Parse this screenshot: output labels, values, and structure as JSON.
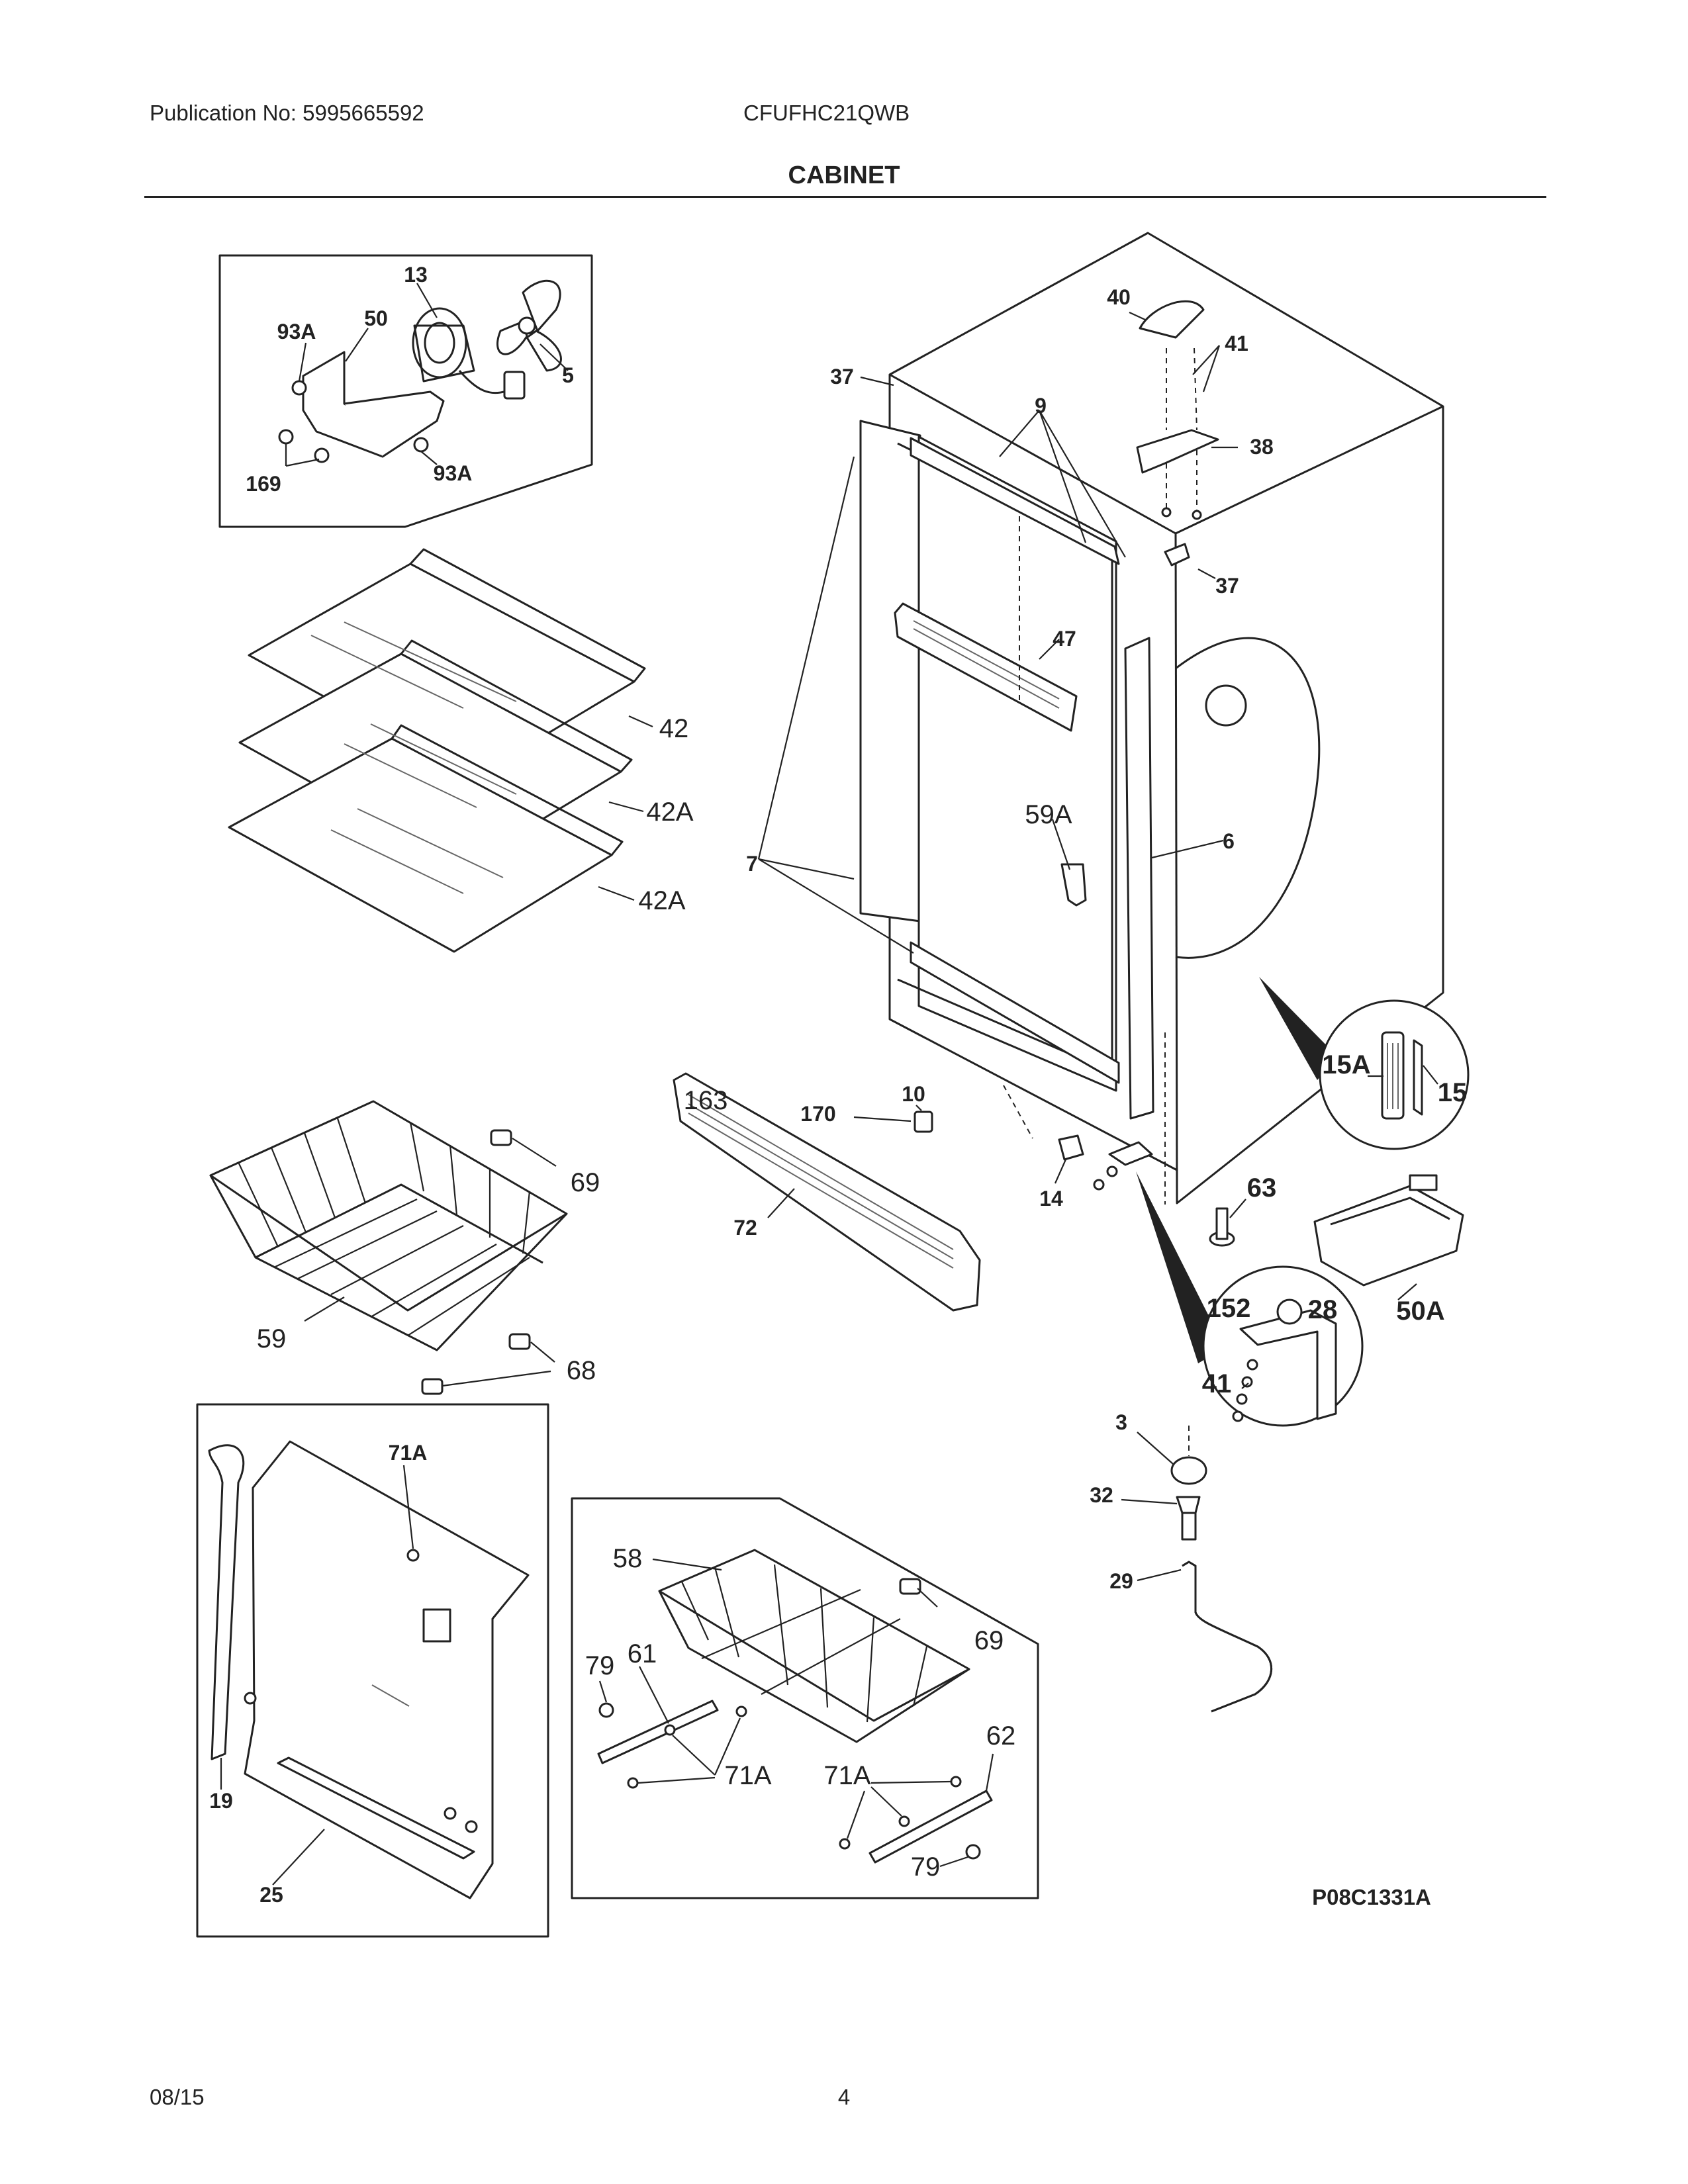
{
  "header": {
    "publication": "Publication No: 5995665592",
    "model": "CFUFHC21QWB",
    "section_title": "CABINET"
  },
  "footer": {
    "date": "08/15",
    "page_number": "4"
  },
  "diagram": {
    "figure_code": "P08C1331A",
    "part_labels": {
      "p13": "13",
      "p93A_1": "93A",
      "p50": "50",
      "p5": "5",
      "p169": "169",
      "p93A_2": "93A",
      "p42": "42",
      "p42A_1": "42A",
      "p42A_2": "42A",
      "p69_1": "69",
      "p59": "59",
      "p68": "68",
      "p71A_1": "71A",
      "p19": "19",
      "p25": "25",
      "p58": "58",
      "p69_2": "69",
      "p79_1": "79",
      "p61": "61",
      "p71A_2": "71A",
      "p62": "62",
      "p71A_3": "71A",
      "p79_2": "79",
      "p40": "40",
      "p41_1": "41",
      "p38": "38",
      "p37_1": "37",
      "p9": "9",
      "p37_2": "37",
      "p47": "47",
      "p59A": "59A",
      "p7": "7",
      "p6": "6",
      "p15A": "15A",
      "p15": "15",
      "p163": "163",
      "p170": "170",
      "p10": "10",
      "p72": "72",
      "p14": "14",
      "p63": "63",
      "p152": "152",
      "p28": "28",
      "p50A": "50A",
      "p41_2": "41",
      "p3": "3",
      "p32": "32",
      "p29": "29"
    }
  }
}
